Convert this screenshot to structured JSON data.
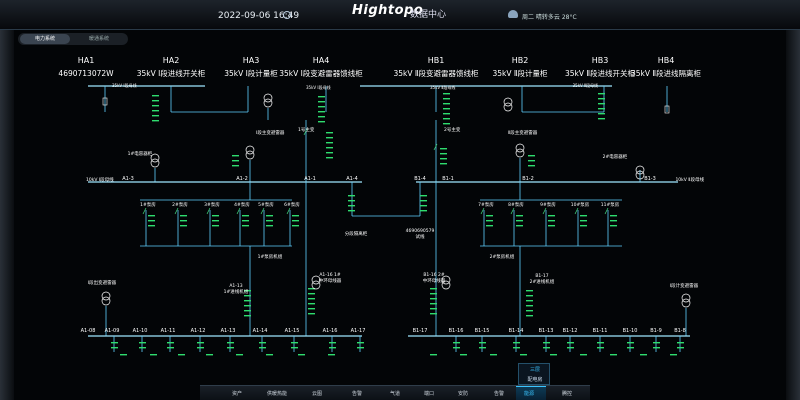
{
  "header": {
    "datetime": "2022-09-06 16:49",
    "brand": "Hightopo",
    "brand_sub": "数据中心",
    "weather": "周二 晴转多云 28°C"
  },
  "tabs": [
    {
      "label": "电力系统"
    },
    {
      "label": "暖通系统"
    }
  ],
  "diagram": {
    "cabinets": [
      {
        "id": "HA1",
        "name": "4690713072W"
      },
      {
        "id": "HA2",
        "name": "35kV Ⅰ段进线开关柜"
      },
      {
        "id": "HA3",
        "name": "35kV Ⅰ段计量柜"
      },
      {
        "id": "HA4",
        "name": "35kV Ⅰ段变避雷器馈线柜"
      },
      {
        "id": "HB1",
        "name": "35kV Ⅱ段变避雷器馈线柜"
      },
      {
        "id": "HB2",
        "name": "35kV Ⅱ段计量柜"
      },
      {
        "id": "HB3",
        "name": "35kV Ⅱ段进线开关柜"
      },
      {
        "id": "HB4",
        "name": "35kV Ⅱ段进线隔离柜"
      }
    ],
    "line_labels": {
      "in1": "35kV Ⅰ段母线",
      "in2": "35kV Ⅱ段母线",
      "bus10_1": "10kV Ⅰ段母线",
      "bus10_2": "10kV Ⅱ段母线"
    },
    "transformers": {
      "t1": "Ⅰ段主变避雷器",
      "t2": "Ⅱ段主变避雷器",
      "t1_main": "1号主变",
      "t2_main": "2号主变",
      "lightning1": "1#电容器柜",
      "lightning2": "2#电容器柜",
      "bottom_left": "Ⅰ段出变避雷器",
      "bottom_right": "Ⅰ段计变避雷器"
    },
    "center": {
      "bus_tie": "分段隔离柜",
      "id_label": "4690690579",
      "id_sub": "试线",
      "pump1": "1#泵房机组",
      "pump2": "2#泵房机组",
      "a16_label": "A1-16 1#",
      "a16_sub": "中环母线器",
      "b16_label": "B1-16 2#",
      "b16_sub": "中环母线器",
      "a13_label": "A1-13",
      "a13_sub": "1#进线机组",
      "b17_label": "B1-17",
      "b17_sub": "2#进线机组"
    },
    "upper_nodes_left": [
      "A1-3",
      "A1-2",
      "A1-1"
    ],
    "upper_nodes_right": [
      "B1-4",
      "B1-1",
      "B1-2",
      "B1-3"
    ],
    "upper_left_labels": {
      "a4": "A1-4"
    },
    "fans_left": [
      "1#泵房",
      "2#泵房",
      "3#泵房",
      "4#泵房",
      "5#泵房",
      "6#泵房"
    ],
    "fans_right": [
      "7#泵房",
      "8#泵房",
      "9#泵房",
      "10#泵房",
      "11#泵房"
    ],
    "bottom_left": [
      "A1-08",
      "A1-09",
      "A1-10",
      "A1-11",
      "A1-12",
      "A1-13",
      "A1-14",
      "A1-15",
      "A1-16",
      "A1-17"
    ],
    "bottom_right": [
      "B1-17",
      "B1-16",
      "B1-15",
      "B1-14",
      "B1-13",
      "B1-12",
      "B1-11",
      "B1-10",
      "B1-9",
      "B1-8"
    ]
  },
  "nav": {
    "items": [
      {
        "label": "资产"
      },
      {
        "label": "供暖热能"
      },
      {
        "label": "云图"
      },
      {
        "label": "告警"
      },
      {
        "label": "气道"
      },
      {
        "label": "端口"
      },
      {
        "label": "安防"
      },
      {
        "label": "告警"
      },
      {
        "label": "能源"
      },
      {
        "label": "腾控"
      }
    ],
    "active_index": 8,
    "sub": [
      {
        "label": "三层"
      },
      {
        "label": "配电房"
      }
    ]
  },
  "colors": {
    "line": "#5fd0ff",
    "bus": "#9fe6ff",
    "switch": "#3fd27a",
    "status": "#2fdc6e",
    "text": "#ffffff"
  }
}
